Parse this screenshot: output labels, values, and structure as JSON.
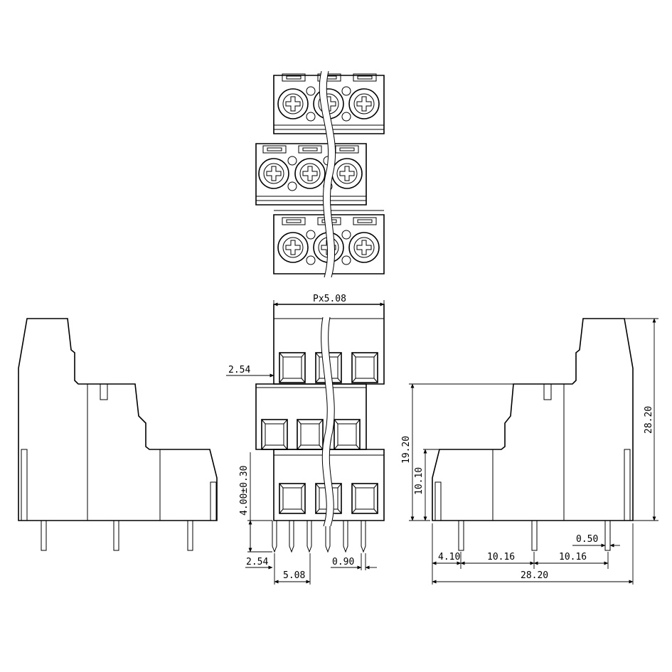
{
  "dimensions": {
    "pitch": "Px5.08",
    "offset_top": "2.54",
    "pin_height": "4.00±0.30",
    "offset_bottom": "2.54",
    "pitch_bottom": "5.08",
    "pin_width": "0.90",
    "height_mid": "19.20",
    "height_low": "10.10",
    "height_total": "28.20",
    "edge_offset": "4.10",
    "span_1": "10.16",
    "span_2": "10.16",
    "pin_thickness": "0.50",
    "depth_total": "28.20"
  }
}
